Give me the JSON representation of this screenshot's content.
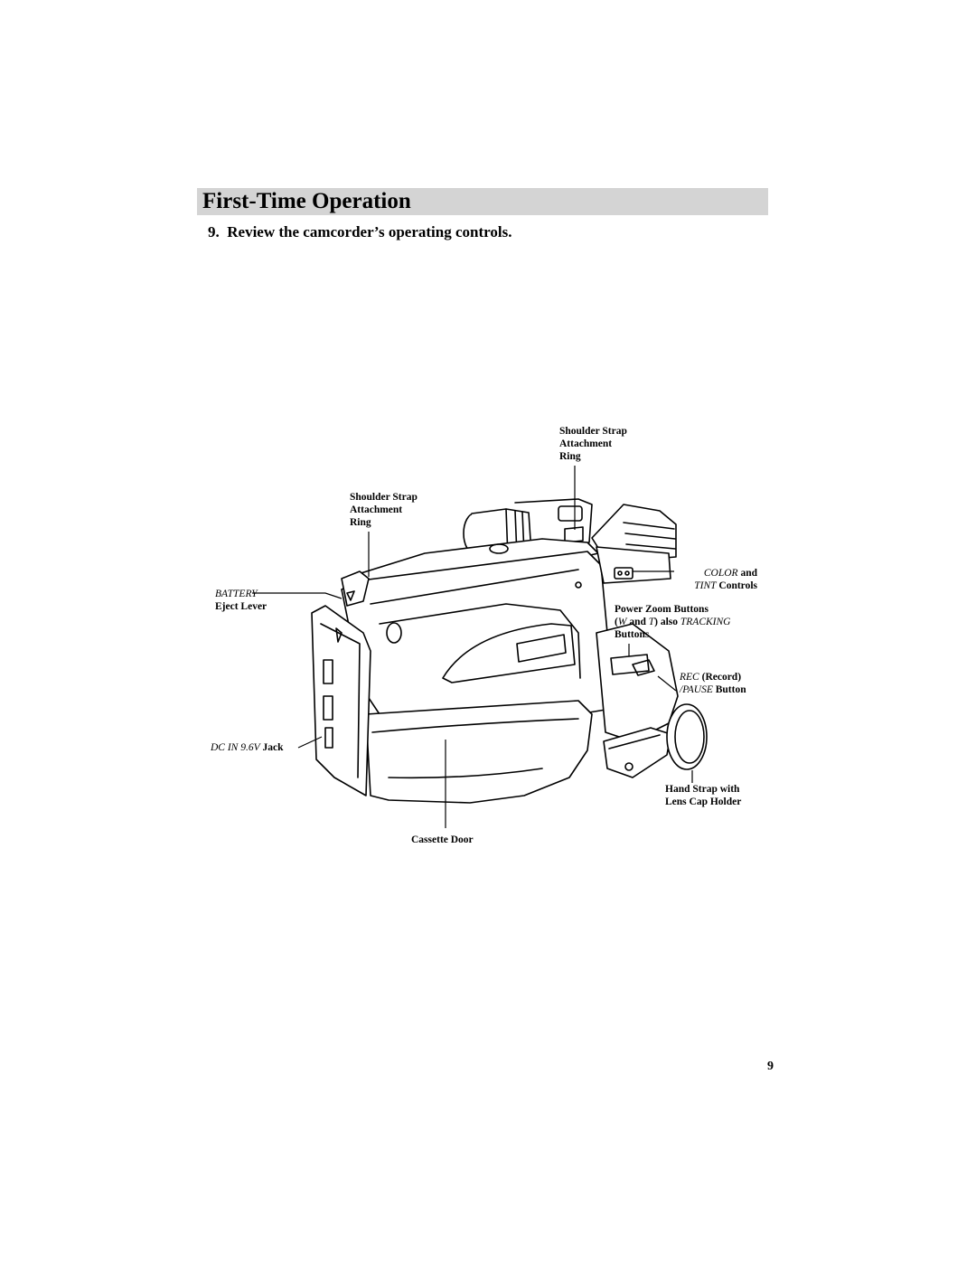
{
  "header": {
    "section_title": "First-Time Operation"
  },
  "step": {
    "number": "9.",
    "text": "Review the camcorder’s operating controls."
  },
  "callouts": {
    "shoulder_top": [
      "Shoulder Strap",
      "Attachment",
      "Ring"
    ],
    "shoulder_mid": [
      "Shoulder Strap",
      "Attachment",
      "Ring"
    ],
    "battery_word": "BATTERY",
    "battery_rest": "Eject Lever",
    "dc_word": "DC IN 9.6V",
    "dc_rest": "Jack",
    "color_word": "COLOR",
    "color_rest": "and",
    "tint_word": "TINT",
    "tint_rest": "Controls",
    "zoom_line1": "Power Zoom Buttons",
    "zoom_w": "W",
    "zoom_and": "and",
    "zoom_t": "T",
    "zoom_also": ") also",
    "zoom_tracking": "TRACKING",
    "zoom_line3": "Buttons",
    "rec_word": "REC",
    "rec_rest": "(Record)",
    "pause_word": "/PAUSE",
    "pause_rest": "Button",
    "hand_strap": [
      "Hand Strap with",
      "Lens Cap Holder"
    ],
    "cassette": "Cassette Door"
  },
  "footer": {
    "page_number": "9"
  }
}
